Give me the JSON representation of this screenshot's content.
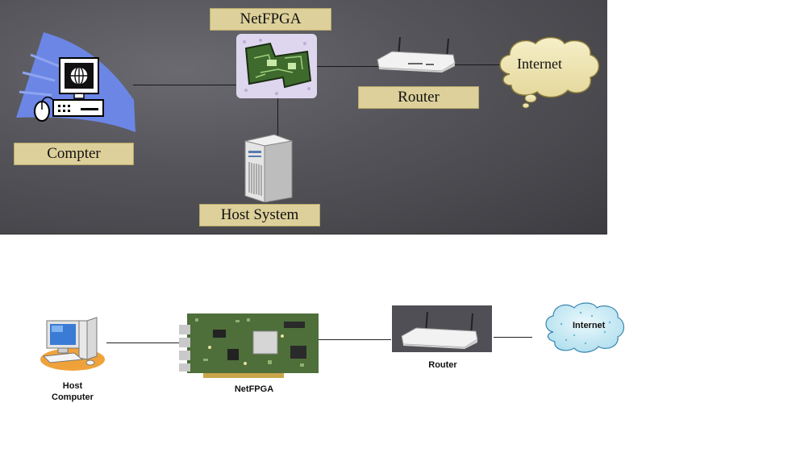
{
  "top": {
    "netfpga_label": "NetFPGA",
    "router_label": "Router",
    "internet_label": "Internet",
    "computer_label": "Compter",
    "host_system_label": "Host System"
  },
  "bottom": {
    "host_label_line1": "Host",
    "host_label_line2": "Computer",
    "netfpga_label": "NetFPGA",
    "router_label": "Router",
    "internet_label": "Internet"
  },
  "colors": {
    "panel_bg": "#55555b",
    "label_bg": "#ddd09a",
    "cloud_top": "#f3e9b8",
    "cloud_bottom": "#bfe6f2",
    "board_green": "#3f6a2e"
  }
}
